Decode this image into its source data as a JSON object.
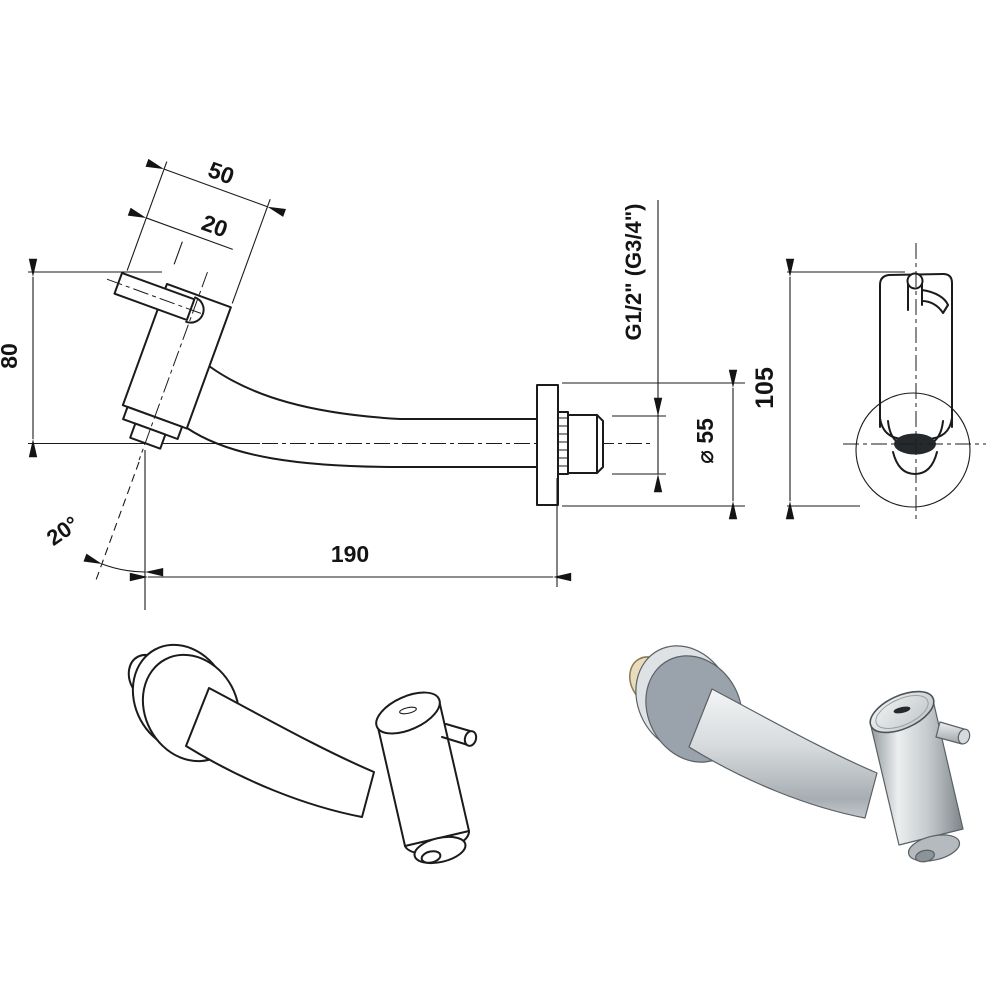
{
  "dimensions": {
    "body_depth": "50",
    "handle_protrusion": "20",
    "body_height": "80",
    "spout_reach": "190",
    "tilt_angle": "20°",
    "thread_size": "G1/2\" (G3/4\")",
    "flange_diameter": "⌀ 55",
    "front_height": "105"
  },
  "colors": {
    "background": "#ffffff",
    "line": "#1b1b1b",
    "metal_light": "#eef0f1",
    "metal_mid": "#c7cccf",
    "metal_dark": "#848b90",
    "flange_face": "#9aa3ab",
    "flange_rim": "#dfe2e4",
    "brass_cap": "#e8dcbc",
    "brass_edge": "#8d7b52",
    "outlet_dark": "#26292b"
  }
}
